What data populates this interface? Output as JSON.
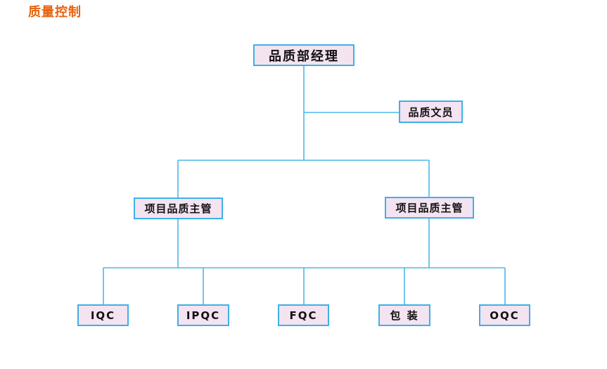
{
  "title": "质量控制",
  "colors": {
    "title": "#e8620c",
    "connector": "#4cb8e8",
    "box_border": "#3fb0e6",
    "box_fill": "#f4e3f1"
  },
  "org_chart": {
    "root": "品质部经理",
    "assistant": "品质文员",
    "managers": [
      "项目品质主管",
      "项目品质主管"
    ],
    "sections": [
      "IQC",
      "IPQC",
      "FQC",
      "包 装",
      "OQC"
    ]
  }
}
